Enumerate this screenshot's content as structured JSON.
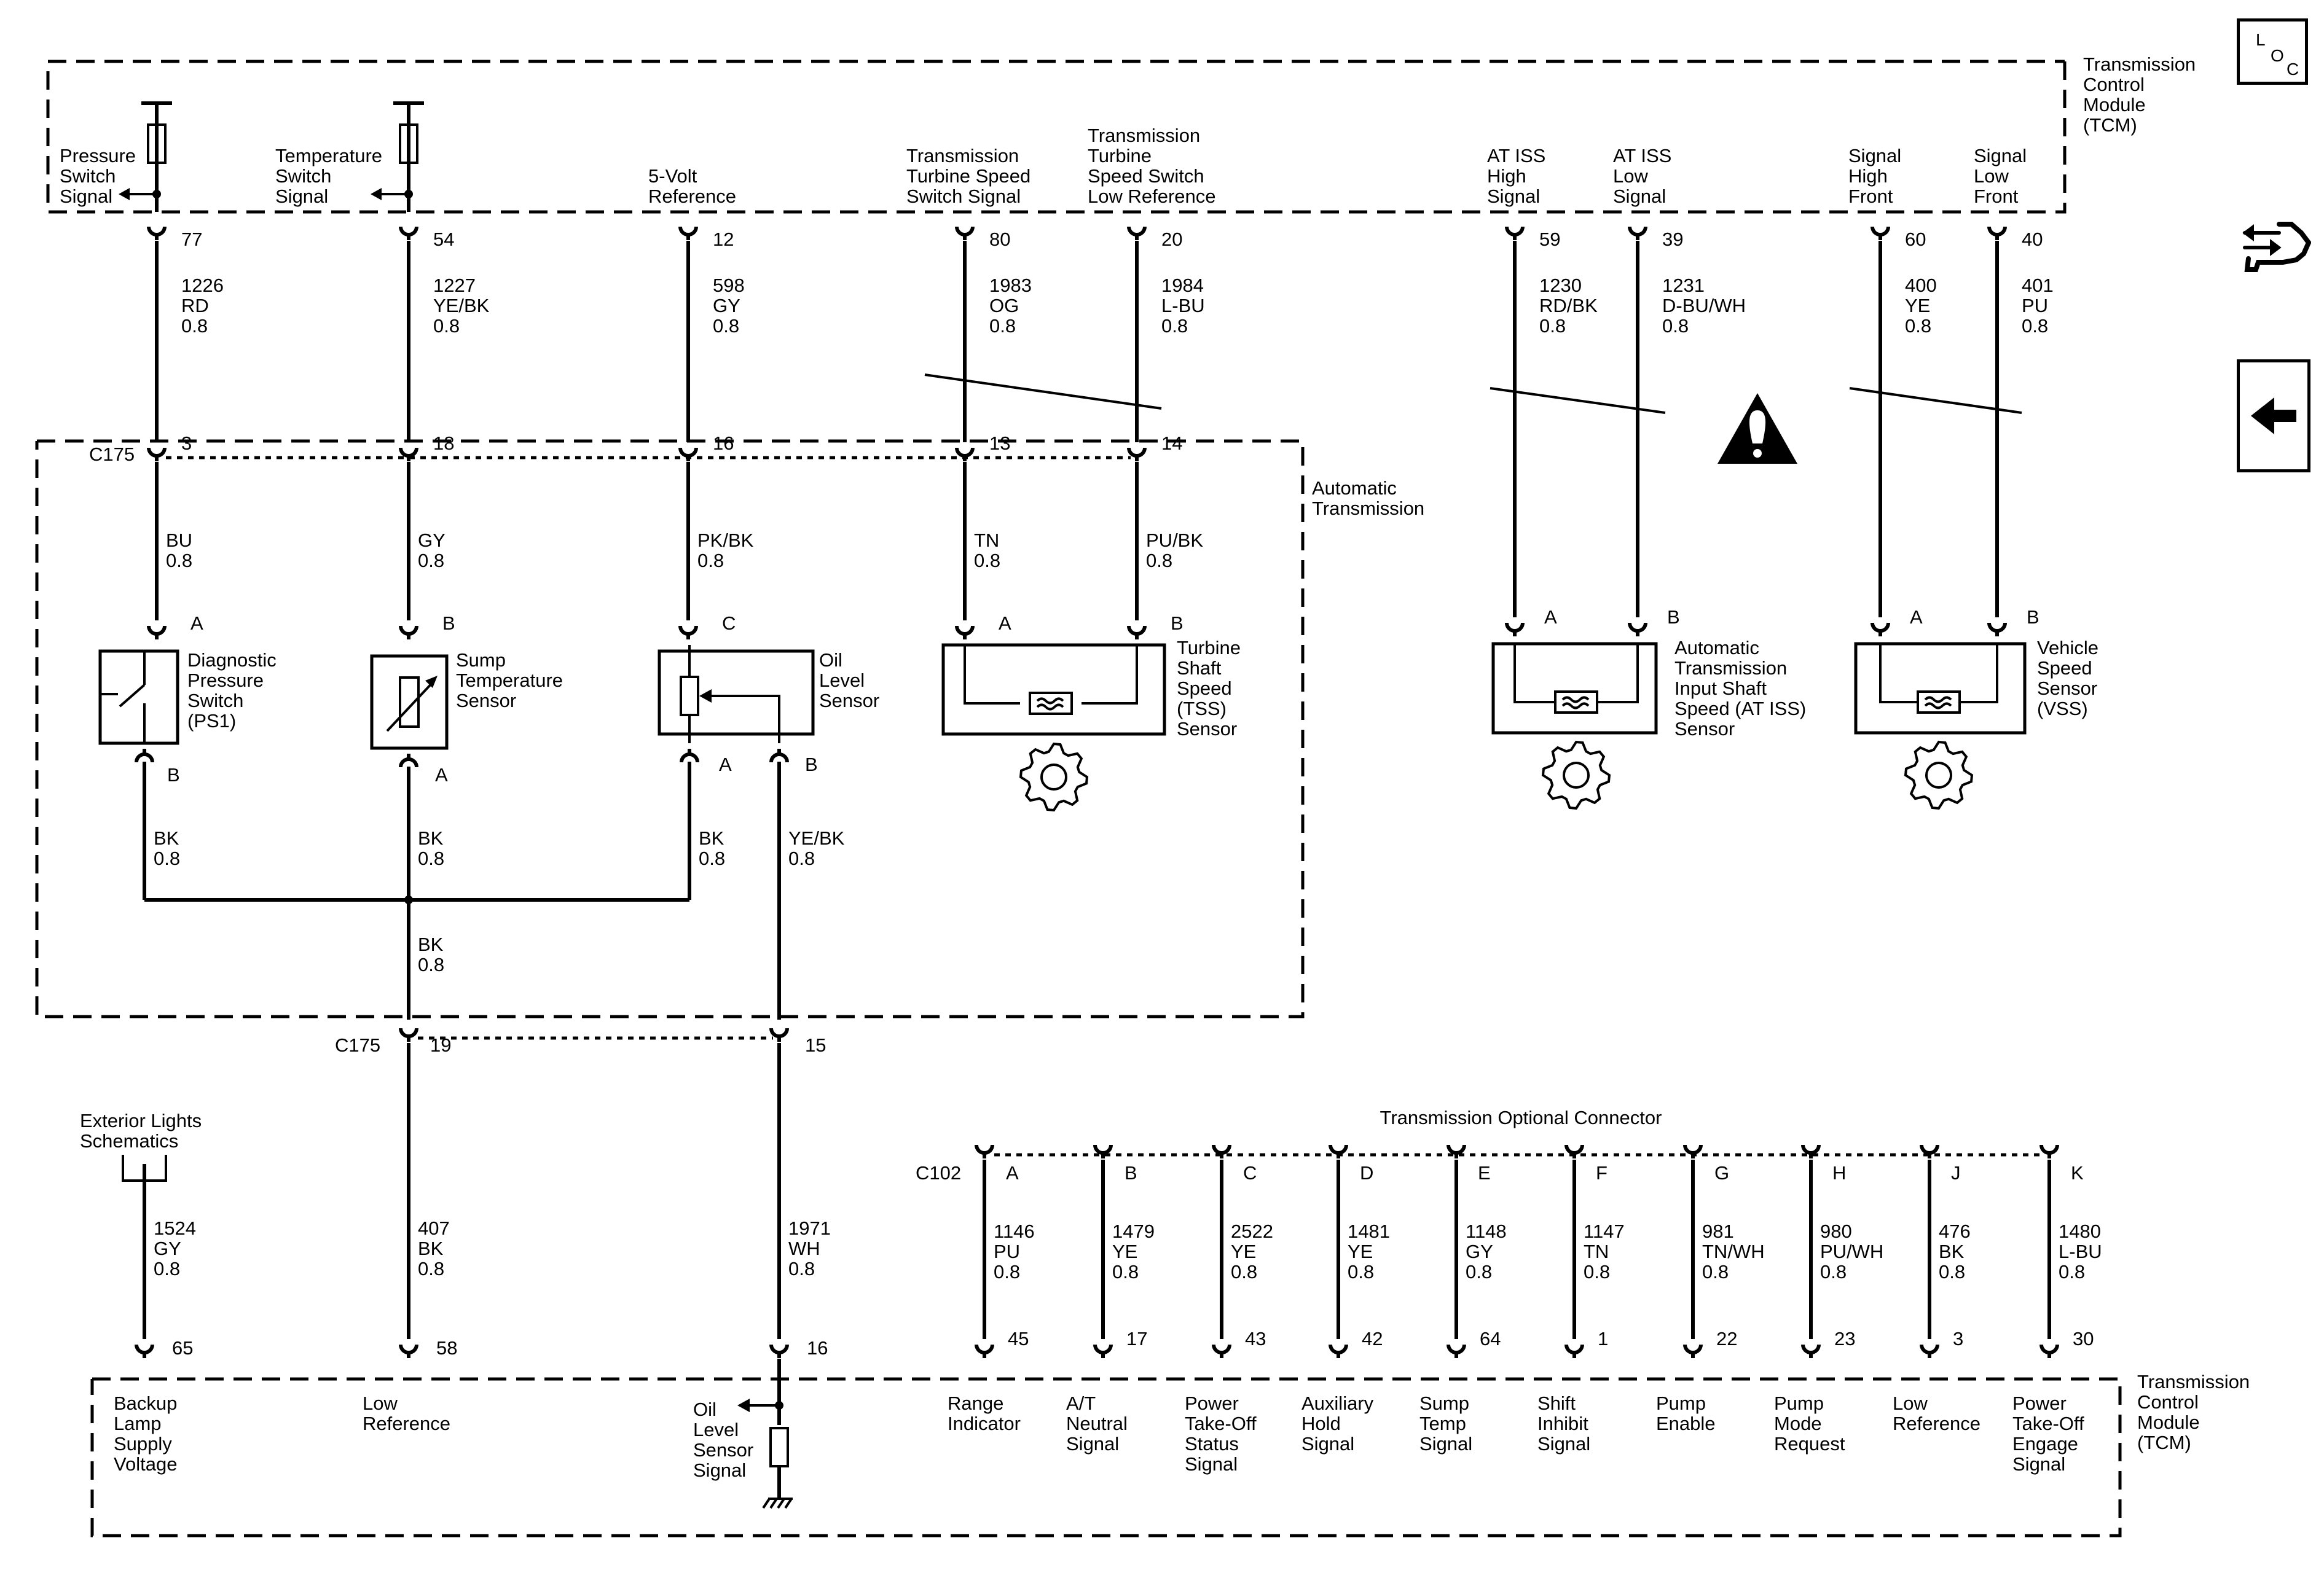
{
  "tcm_module": {
    "lines": [
      "Transmission",
      "Control",
      "Module",
      "(TCM)"
    ]
  },
  "auto_trans": {
    "lines": [
      "Automatic",
      "Transmission"
    ]
  },
  "optional_connector_title": "Transmission Optional Connector",
  "exterior_lights": {
    "lines": [
      "Exterior Lights",
      "Schematics"
    ]
  },
  "connectors": {
    "c175": "C175",
    "c102": "C102"
  },
  "top_circuits": [
    {
      "id": "pressure",
      "label": [
        "Pressure",
        "Switch",
        "Signal"
      ],
      "pin": "77",
      "circuit": [
        "1226",
        "RD",
        "0.8"
      ],
      "c175_pin": "3",
      "wire2": [
        "BU",
        "0.8"
      ],
      "comp_pin": "A"
    },
    {
      "id": "temperature",
      "label": [
        "Temperature",
        "Switch",
        "Signal"
      ],
      "pin": "54",
      "circuit": [
        "1227",
        "YE/BK",
        "0.8"
      ],
      "c175_pin": "18",
      "wire2": [
        "GY",
        "0.8"
      ],
      "comp_pin": "B"
    },
    {
      "id": "ref5v",
      "label": [
        "5-Volt",
        "Reference"
      ],
      "pin": "12",
      "circuit": [
        "598",
        "GY",
        "0.8"
      ],
      "c175_pin": "16",
      "wire2": [
        "PK/BK",
        "0.8"
      ],
      "comp_pin": "C"
    },
    {
      "id": "tss-signal",
      "label": [
        "Transmission",
        "Turbine Speed",
        "Switch Signal"
      ],
      "pin": "80",
      "circuit": [
        "1983",
        "OG",
        "0.8"
      ],
      "c175_pin": "13",
      "wire2": [
        "TN",
        "0.8"
      ],
      "comp_pin": "A"
    },
    {
      "id": "tss-low",
      "label": [
        "Transmission",
        "Turbine",
        "Speed Switch",
        "Low Reference"
      ],
      "pin": "20",
      "circuit": [
        "1984",
        "L-BU",
        "0.8"
      ],
      "c175_pin": "14",
      "wire2": [
        "PU/BK",
        "0.8"
      ],
      "comp_pin": "B"
    },
    {
      "id": "iss-high",
      "label": [
        "AT ISS",
        "High",
        "Signal"
      ],
      "pin": "59",
      "circuit": [
        "1230",
        "RD/BK",
        "0.8"
      ],
      "comp_pin": "A"
    },
    {
      "id": "iss-low",
      "label": [
        "AT ISS",
        "Low",
        "Signal"
      ],
      "pin": "39",
      "circuit": [
        "1231",
        "D-BU/WH",
        "0.8"
      ],
      "comp_pin": "B"
    },
    {
      "id": "vss-high",
      "label": [
        "Signal",
        "High",
        "Front"
      ],
      "pin": "60",
      "circuit": [
        "400",
        "YE",
        "0.8"
      ],
      "comp_pin": "A"
    },
    {
      "id": "vss-low",
      "label": [
        "Signal",
        "Low",
        "Front"
      ],
      "pin": "40",
      "circuit": [
        "401",
        "PU",
        "0.8"
      ],
      "comp_pin": "B"
    }
  ],
  "components": {
    "ps1": {
      "label": [
        "Diagnostic",
        "Pressure",
        "Switch",
        "(PS1)"
      ],
      "bottom_pin": "B"
    },
    "sump": {
      "label": [
        "Sump",
        "Temperature",
        "Sensor"
      ],
      "bottom_pin": "A"
    },
    "oil_level": {
      "label": [
        "Oil",
        "Level",
        "Sensor"
      ],
      "pin_a": "A",
      "pin_b": "B"
    },
    "tss": {
      "label": [
        "Turbine",
        "Shaft",
        "Speed",
        "(TSS)",
        "Sensor"
      ]
    },
    "atiss": {
      "label": [
        "Automatic",
        "Transmission",
        "Input Shaft",
        "Speed (AT ISS)",
        "Sensor"
      ]
    },
    "vss": {
      "label": [
        "Vehicle",
        "Speed",
        "Sensor",
        "(VSS)"
      ]
    }
  },
  "ground_wires": {
    "ps1": [
      "BK",
      "0.8"
    ],
    "sump": [
      "BK",
      "0.8"
    ],
    "oil_a": [
      "BK",
      "0.8"
    ],
    "oil_b": [
      "YE/BK",
      "0.8"
    ],
    "splice": [
      "BK",
      "0.8"
    ]
  },
  "c175_lower": {
    "pin_left": "19",
    "pin_right": "15"
  },
  "bottom_circuits": [
    {
      "id": "backup",
      "pin": "65",
      "circuit": [
        "1524",
        "GY",
        "0.8"
      ],
      "label": [
        "Backup",
        "Lamp",
        "Supply",
        "Voltage"
      ]
    },
    {
      "id": "lowref",
      "pin": "58",
      "circuit": [
        "407",
        "BK",
        "0.8"
      ],
      "label": [
        "Low",
        "Reference"
      ]
    },
    {
      "id": "oilsig",
      "pin": "16",
      "circuit": [
        "1971",
        "WH",
        "0.8"
      ],
      "label": [
        "Oil",
        "Level",
        "Sensor",
        "Signal"
      ]
    }
  ],
  "optional_circuits": [
    {
      "conn_pin": "A",
      "circuit": [
        "1146",
        "PU",
        "0.8"
      ],
      "pin": "45",
      "label": [
        "Range",
        "Indicator"
      ]
    },
    {
      "conn_pin": "B",
      "circuit": [
        "1479",
        "YE",
        "0.8"
      ],
      "pin": "17",
      "label": [
        "A/T",
        "Neutral",
        "Signal"
      ]
    },
    {
      "conn_pin": "C",
      "circuit": [
        "2522",
        "YE",
        "0.8"
      ],
      "pin": "43",
      "label": [
        "Power",
        "Take-Off",
        "Status",
        "Signal"
      ]
    },
    {
      "conn_pin": "D",
      "circuit": [
        "1481",
        "YE",
        "0.8"
      ],
      "pin": "42",
      "label": [
        "Auxiliary",
        "Hold",
        "Signal"
      ]
    },
    {
      "conn_pin": "E",
      "circuit": [
        "1148",
        "GY",
        "0.8"
      ],
      "pin": "64",
      "label": [
        "Sump",
        "Temp",
        "Signal"
      ]
    },
    {
      "conn_pin": "F",
      "circuit": [
        "1147",
        "TN",
        "0.8"
      ],
      "pin": "1",
      "label": [
        "Shift",
        "Inhibit",
        "Signal"
      ]
    },
    {
      "conn_pin": "G",
      "circuit": [
        "981",
        "TN/WH",
        "0.8"
      ],
      "pin": "22",
      "label": [
        "Pump",
        "Enable"
      ]
    },
    {
      "conn_pin": "H",
      "circuit": [
        "980",
        "PU/WH",
        "0.8"
      ],
      "pin": "23",
      "label": [
        "Pump",
        "Mode",
        "Request"
      ]
    },
    {
      "conn_pin": "J",
      "circuit": [
        "476",
        "BK",
        "0.8"
      ],
      "pin": "3",
      "label": [
        "Low",
        "Reference"
      ]
    },
    {
      "conn_pin": "K",
      "circuit": [
        "1480",
        "L-BU",
        "0.8"
      ],
      "pin": "30",
      "label": [
        "Power",
        "Take-Off",
        "Engage",
        "Signal"
      ]
    }
  ],
  "side_buttons": {
    "loc": {
      "letters": [
        "L",
        "O",
        "C"
      ]
    },
    "connector_icon": "connector-end-view-icon",
    "back_icon": "back-arrow-icon"
  },
  "warning_icon": "warning-triangle-icon"
}
